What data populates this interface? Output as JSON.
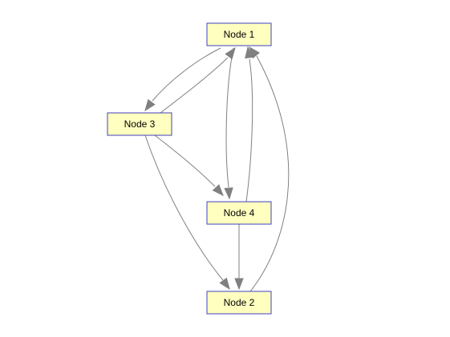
{
  "diagram": {
    "nodes": [
      {
        "id": "n1",
        "label": "Node 1"
      },
      {
        "id": "n2",
        "label": "Node 2"
      },
      {
        "id": "n3",
        "label": "Node 3"
      },
      {
        "id": "n4",
        "label": "Node 4"
      }
    ],
    "edges": [
      {
        "from": "n1",
        "to": "n3"
      },
      {
        "from": "n3",
        "to": "n1"
      },
      {
        "from": "n1",
        "to": "n4"
      },
      {
        "from": "n4",
        "to": "n1"
      },
      {
        "from": "n2",
        "to": "n1"
      },
      {
        "from": "n3",
        "to": "n4"
      },
      {
        "from": "n3",
        "to": "n2"
      },
      {
        "from": "n4",
        "to": "n2"
      }
    ],
    "colors": {
      "node_fill": "#ffffc0",
      "node_border": "#4040c0",
      "edge": "#808080",
      "background": "#ffffff"
    }
  }
}
